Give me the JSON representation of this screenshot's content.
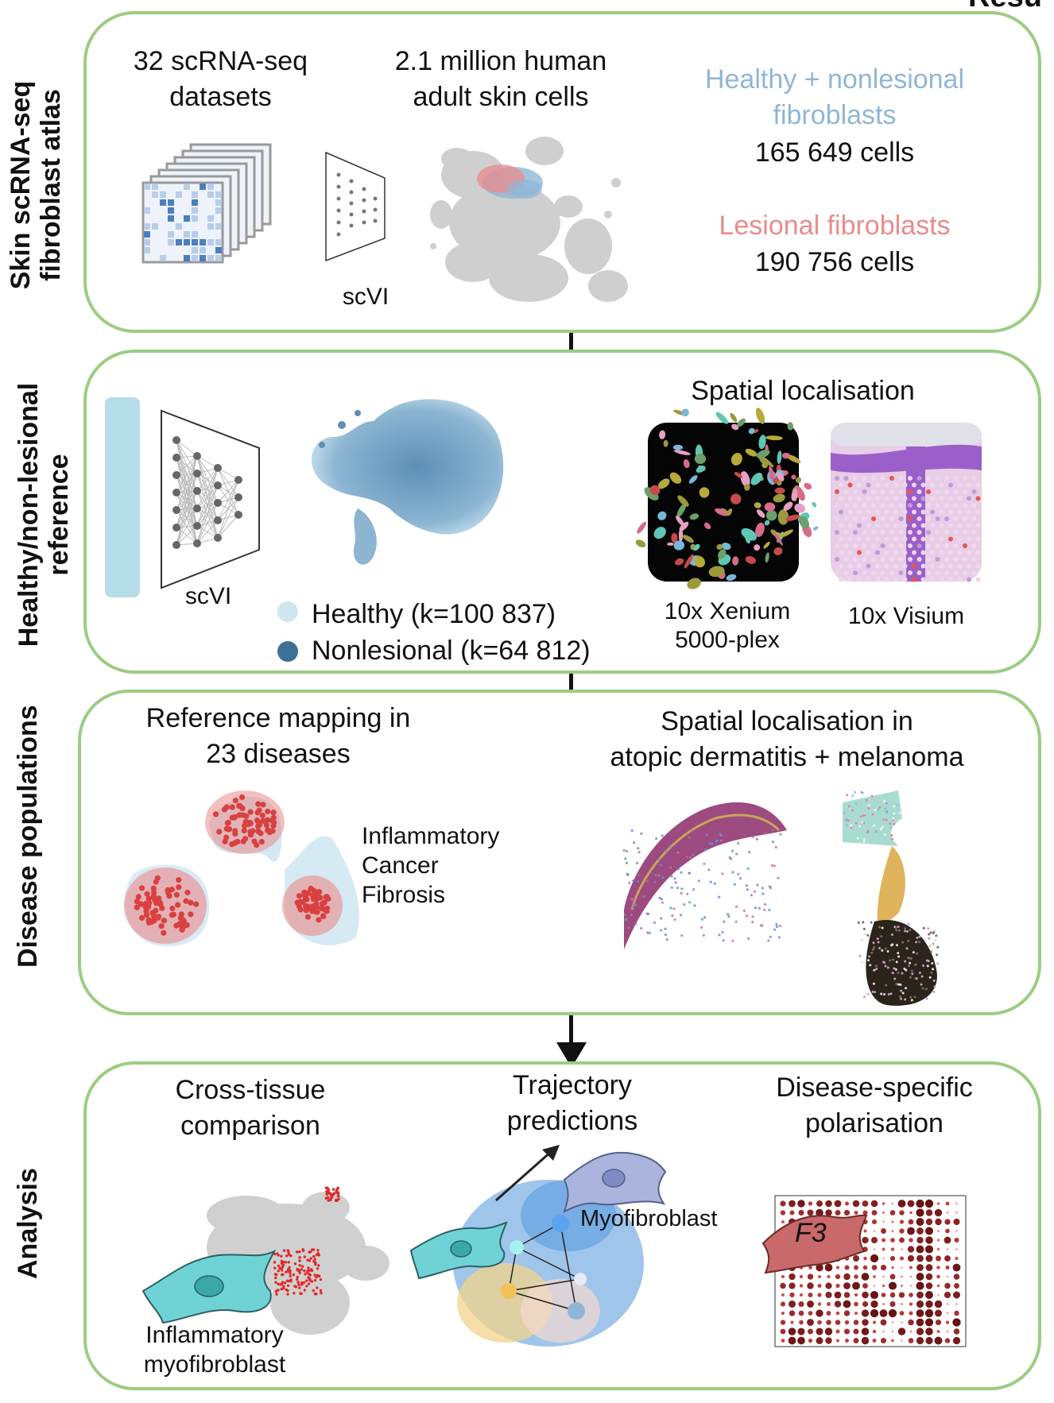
{
  "top_right_text": "Resu",
  "atlas": {
    "side_label_1": "Skin scRNA-seq",
    "side_label_2": "fibroblast atlas",
    "datasets_1": "32 scRNA-seq",
    "datasets_2": "datasets",
    "cells_1": "2.1 million human",
    "cells_2": "adult skin cells",
    "scvi": "scVI",
    "healthy_1": "Healthy + nonlesional",
    "healthy_2": "fibroblasts",
    "healthy_count": "165 649 cells",
    "lesional": "Lesional fibroblasts",
    "lesional_count": "190 756 cells"
  },
  "reference": {
    "side_label_1": "Healthy/non-lesional",
    "side_label_2": "reference",
    "scvi": "scVI",
    "legend_healthy": "Healthy (k=100 837)",
    "legend_nonlesional": "Nonlesional (k=64 812)",
    "spatial_title": "Spatial localisation",
    "xenium_1": "10x Xenium",
    "xenium_2": "5000-plex",
    "visium": "10x Visium"
  },
  "disease": {
    "side_label": "Disease populations",
    "mapping_1": "Reference  mapping in",
    "mapping_2": "23 diseases",
    "cat_1": "Inflammatory",
    "cat_2": "Cancer",
    "cat_3": "Fibrosis",
    "spatial_1": "Spatial localisation in",
    "spatial_2": "atopic dermatitis + melanoma"
  },
  "analysis": {
    "side_label": "Analysis",
    "cross_1": "Cross-tissue",
    "cross_2": "comparison",
    "traj_1": "Trajectory",
    "traj_2": "predictions",
    "polar_1": "Disease-specific",
    "polar_2": "polarisation",
    "inflam_1": "Inflammatory",
    "inflam_2": "myofibroblast",
    "myofibroblast": "Myofibroblast",
    "gene": "F3"
  },
  "colors": {
    "border_green": "#9ccc82",
    "healthy_blue": "#8fb6d6",
    "lesional_pink": "#e98b8b",
    "healthy_legend": "#cfe6f1",
    "nonlesional_legend": "#3d6e95",
    "disease_red": "#d94040",
    "cell_cyan": "#6fd3d6",
    "cell_lavender": "#aab4dc",
    "cell_rose": "#c9696a"
  }
}
